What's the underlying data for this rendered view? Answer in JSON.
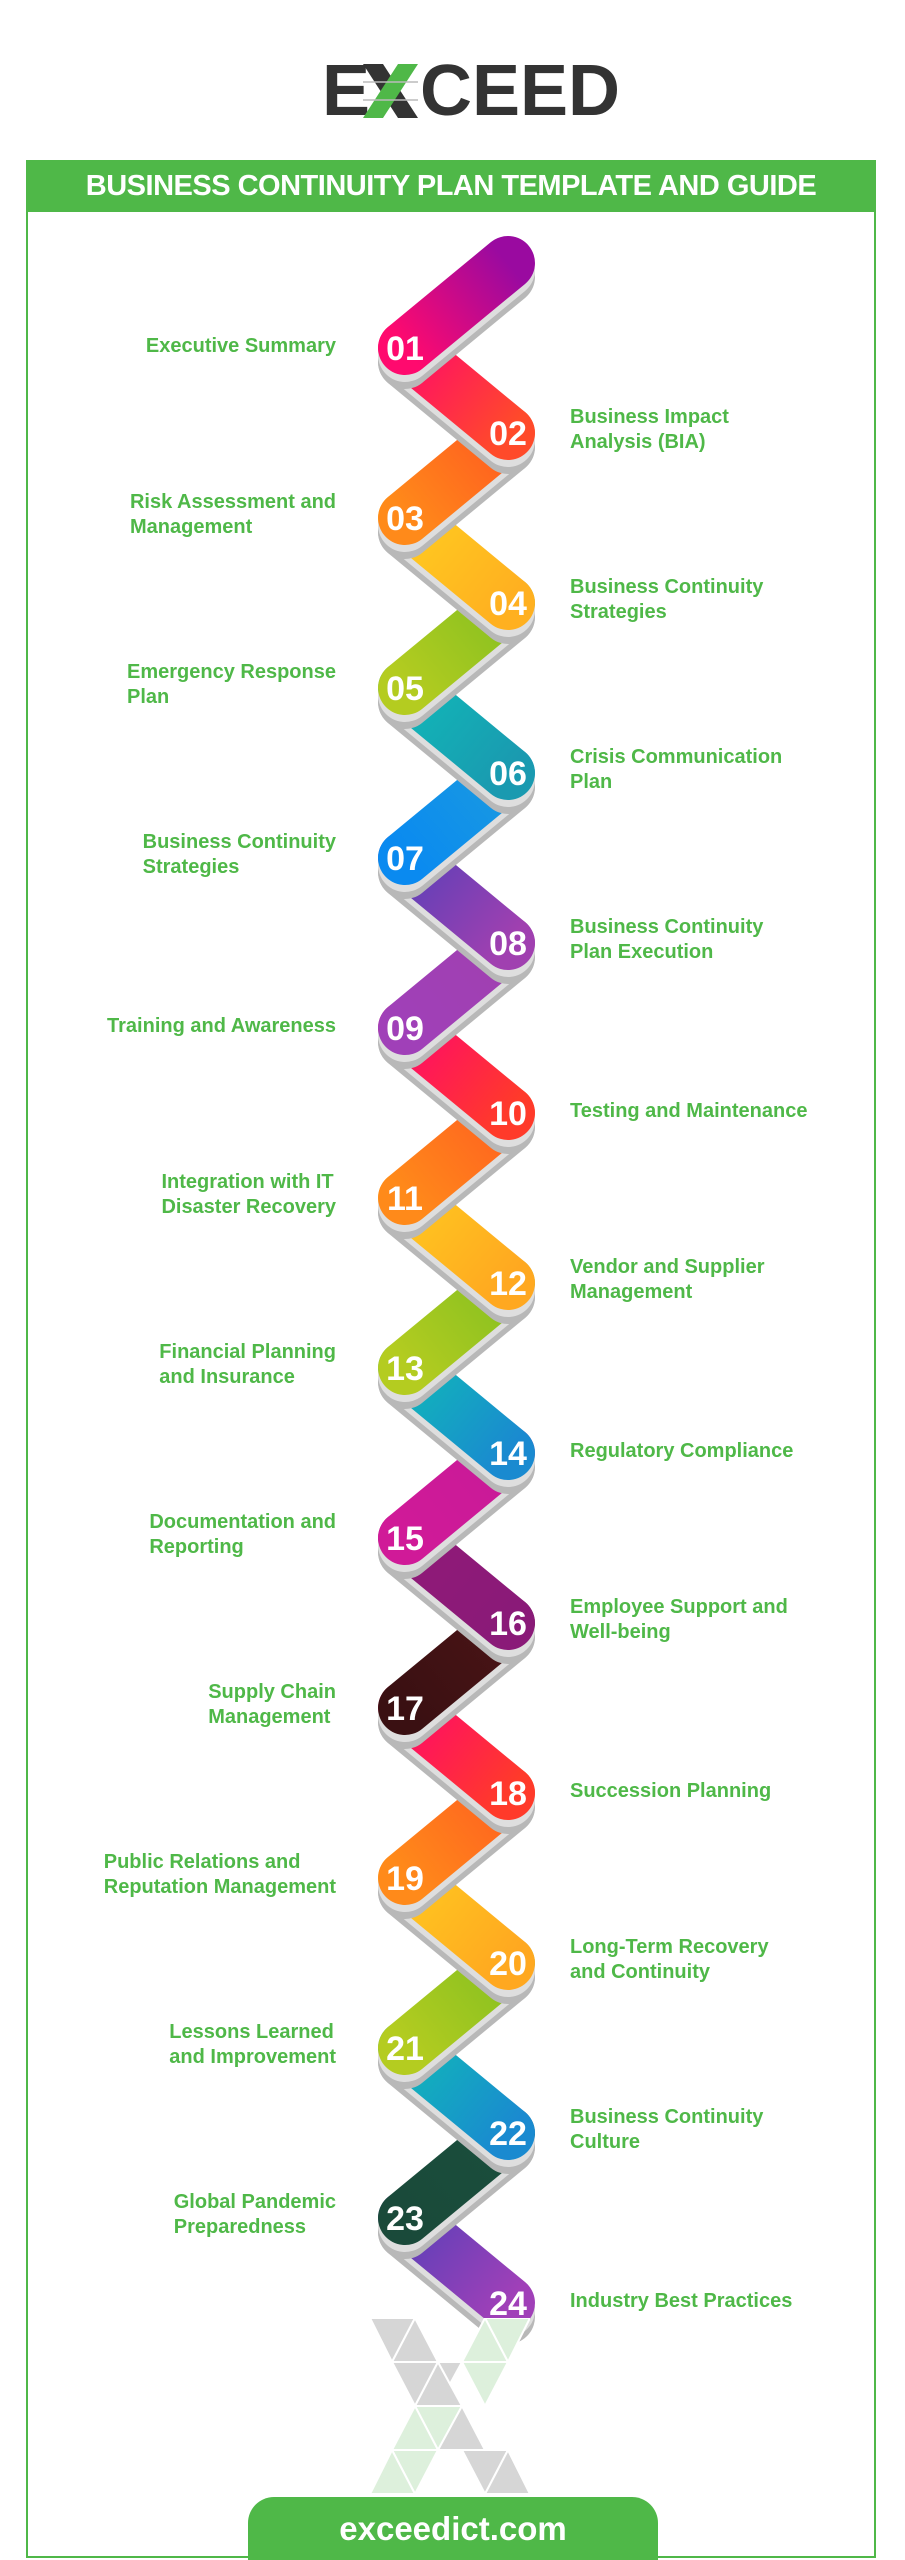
{
  "logo": {
    "text_before": "E",
    "text_mark": "X",
    "text_after": "CEED",
    "dark": "#333333",
    "green": "#4fb848"
  },
  "banner": {
    "title": "BUSINESS CONTINUITY PLAN TEMPLATE AND GUIDE"
  },
  "steps": [
    {
      "num": "01",
      "label": "Executive Summary",
      "side": "left",
      "c1": "#ff0a6e",
      "c2": "#9a0aa0"
    },
    {
      "num": "02",
      "label": "Business Impact\nAnalysis (BIA)",
      "side": "right",
      "c1": "#ff4a2a",
      "c2": "#ff0a6a"
    },
    {
      "num": "03",
      "label": "Risk Assessment and\nManagement",
      "side": "left",
      "c1": "#ff8a1a",
      "c2": "#ff5a20"
    },
    {
      "num": "04",
      "label": "Business Continuity\nStrategies",
      "side": "right",
      "c1": "#ffb020",
      "c2": "#ffcc20"
    },
    {
      "num": "05",
      "label": "Emergency Response\nPlan",
      "side": "left",
      "c1": "#b4cc20",
      "c2": "#86c020"
    },
    {
      "num": "06",
      "label": "Crisis Communication\n Plan",
      "side": "right",
      "c1": "#1a9ab0",
      "c2": "#10b8b8"
    },
    {
      "num": "07",
      "label": "Business Continuity\nStrategies",
      "side": "left",
      "c1": "#0a8af0",
      "c2": "#1a9ae0"
    },
    {
      "num": "08",
      "label": " Business Continuity\nPlan Execution",
      "side": "right",
      "c1": "#a040b0",
      "c2": "#5a40b8"
    },
    {
      "num": "09",
      "label": "Training and Awareness",
      "side": "left",
      "c1": "#a040b8",
      "c2": "#a040b0"
    },
    {
      "num": "10",
      "label": "Testing and Maintenance",
      "side": "right",
      "c1": "#ff3a2a",
      "c2": "#ff0a6a"
    },
    {
      "num": "11",
      "label": "Integration with IT\nDisaster Recovery",
      "side": "left",
      "c1": "#ff8a1a",
      "c2": "#ff6020"
    },
    {
      "num": "12",
      "label": "Vendor and Supplier\nManagement",
      "side": "right",
      "c1": "#ffa820",
      "c2": "#ffc820"
    },
    {
      "num": "13",
      "label": "Financial Planning\nand Insurance",
      "side": "left",
      "c1": "#b4cc20",
      "c2": "#86c020"
    },
    {
      "num": "14",
      "label": "Regulatory Compliance",
      "side": "right",
      "c1": "#1a8ad0",
      "c2": "#10b8b8"
    },
    {
      "num": "15",
      "label": "Documentation and\n Reporting",
      "side": "left",
      "c1": "#d01a98",
      "c2": "#c81a98"
    },
    {
      "num": "16",
      "label": "Employee Support and\n Well-being",
      "side": "right",
      "c1": "#8a1a78",
      "c2": "#901a78"
    },
    {
      "num": "17",
      "label": "Supply Chain\nManagement",
      "side": "left",
      "c1": "#3a1012",
      "c2": "#4a1416"
    },
    {
      "num": "18",
      "label": "Succession Planning",
      "side": "right",
      "c1": "#ff3a2a",
      "c2": "#ff0a6a"
    },
    {
      "num": "19",
      "label": "Public Relations and\nReputation Management",
      "side": "left",
      "c1": "#ff8a1a",
      "c2": "#ff6020"
    },
    {
      "num": "20",
      "label": "Long-Term Recovery\nand Continuity",
      "side": "right",
      "c1": "#ffa820",
      "c2": "#ffc820"
    },
    {
      "num": "21",
      "label": "Lessons Learned\nand Improvement",
      "side": "left",
      "c1": "#b4cc20",
      "c2": "#86c020"
    },
    {
      "num": "22",
      "label": "Business Continuity\nCulture",
      "side": "right",
      "c1": "#1a8ad0",
      "c2": "#10b8b8"
    },
    {
      "num": "23",
      "label": "Global Pandemic\nPreparedness",
      "side": "left",
      "c1": "#1a4a3a",
      "c2": "#1a4e3c"
    },
    {
      "num": "24",
      "label": "Industry Best Practices",
      "side": "right",
      "c1": "#a040b8",
      "c2": "#5a40b8"
    }
  ],
  "footer": {
    "url": "exceedict.com"
  }
}
